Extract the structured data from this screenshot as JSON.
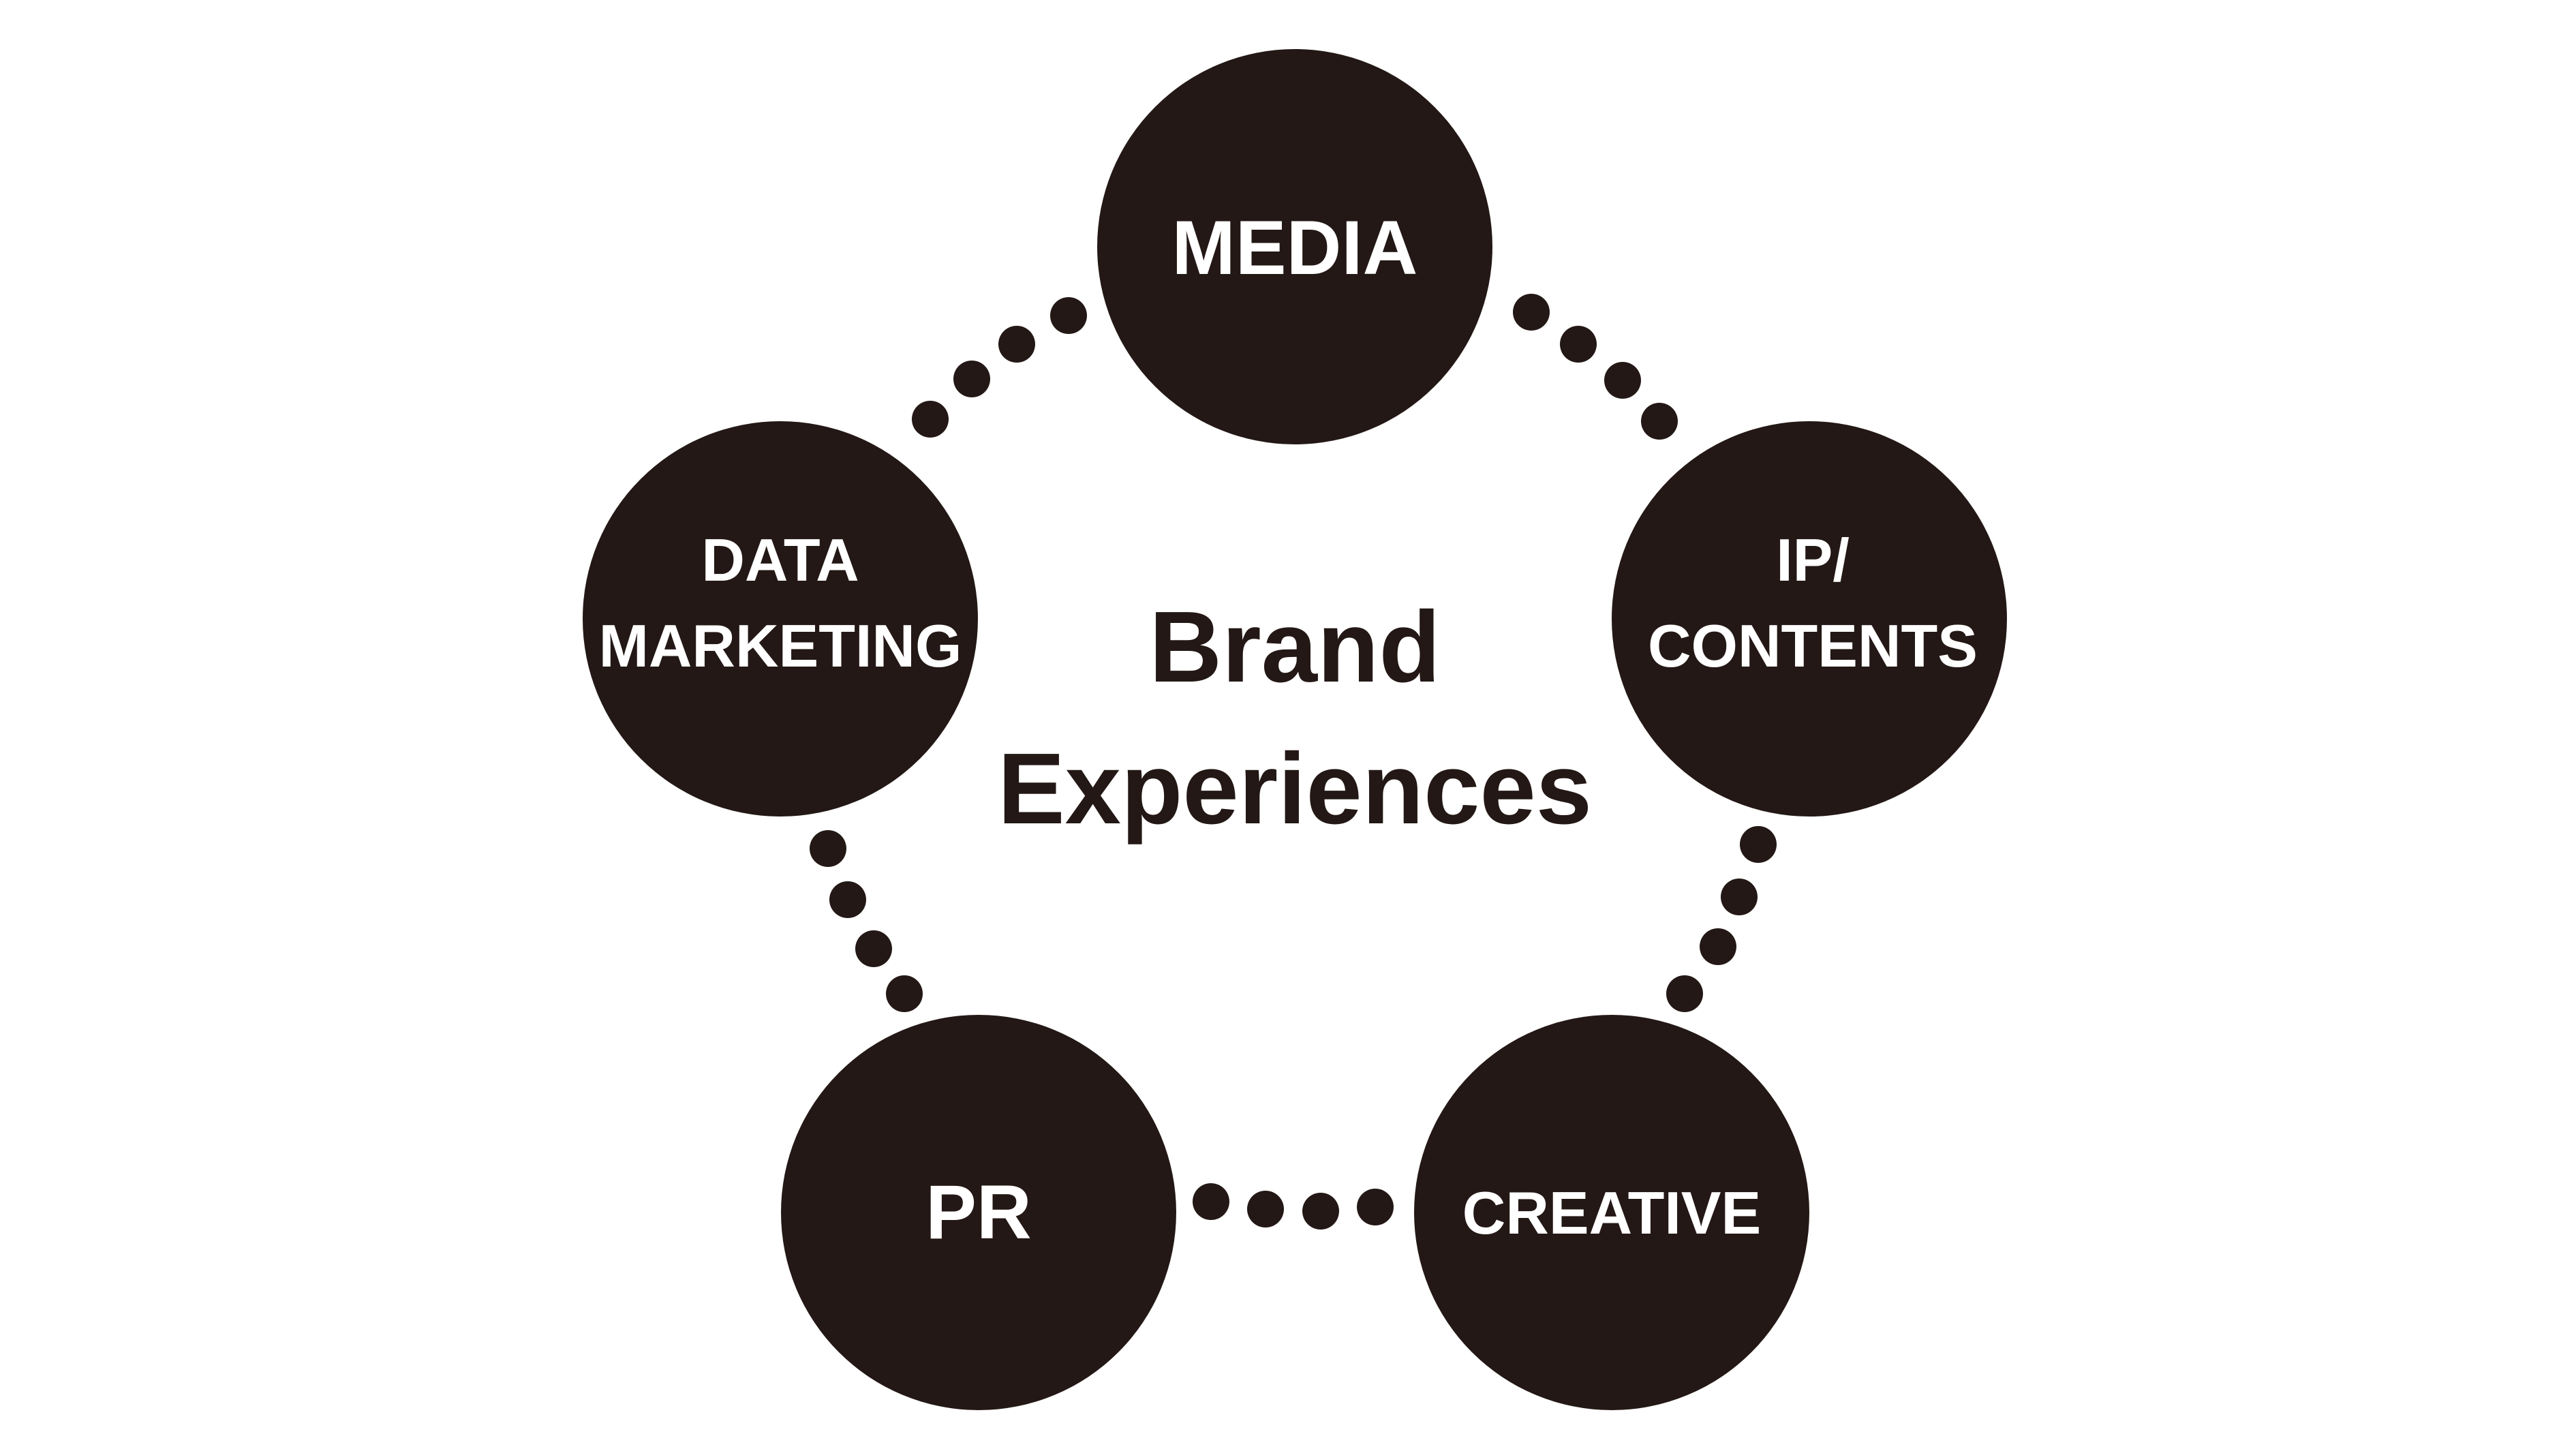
{
  "center": {
    "line1": "Brand",
    "line2": "Experiences"
  },
  "nodes": {
    "media": "MEDIA",
    "ip_contents": [
      "IP/",
      "CONTENTS"
    ],
    "creative": "CREATIVE",
    "pr": "PR",
    "data_marketing": [
      "DATA",
      "MARKETING"
    ]
  },
  "colors": {
    "circle": "#231815",
    "node_text": "#ffffff",
    "center_text": "#231815",
    "background": "#ffffff"
  }
}
